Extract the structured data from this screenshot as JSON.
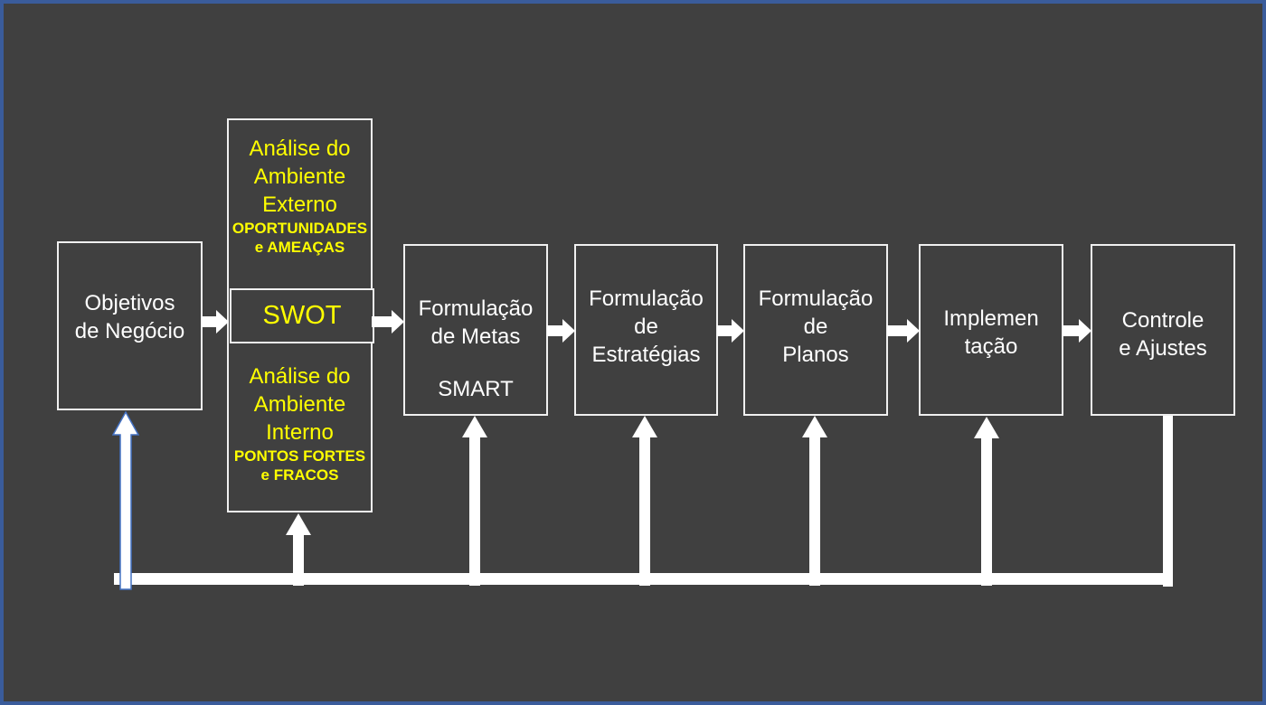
{
  "colors": {
    "background": "#404040",
    "frame_blue": "#3a5c9b",
    "box_border": "#f0f0f0",
    "text_white": "#ffffff",
    "text_yellow": "#ffff00",
    "arrow_white": "#ffffff",
    "feedback_arrow_outline_blue": "#4472c4"
  },
  "boxes": {
    "objetivos": {
      "line1": "Objetivos",
      "line2": "de Negócio"
    },
    "externo": {
      "line1": "Análise do",
      "line2": "Ambiente",
      "line3": "Externo",
      "sub1": "OPORTUNIDADES",
      "sub2": "e AMEAÇAS"
    },
    "swot": {
      "label": "SWOT"
    },
    "interno": {
      "line1": "Análise do",
      "line2": "Ambiente",
      "line3": "Interno",
      "sub1": "PONTOS FORTES",
      "sub2": "e FRACOS"
    },
    "metas": {
      "line1": "Formulação",
      "line2": "de Metas",
      "line3": "SMART"
    },
    "estrategias": {
      "line1": "Formulação",
      "line2": "de",
      "line3": "Estratégias"
    },
    "planos": {
      "line1": "Formulação",
      "line2": "de",
      "line3": "Planos"
    },
    "implementacao": {
      "line1": "Implemen",
      "line2": "tação"
    },
    "controle": {
      "line1": "Controle",
      "line2": "e Ajustes"
    }
  }
}
